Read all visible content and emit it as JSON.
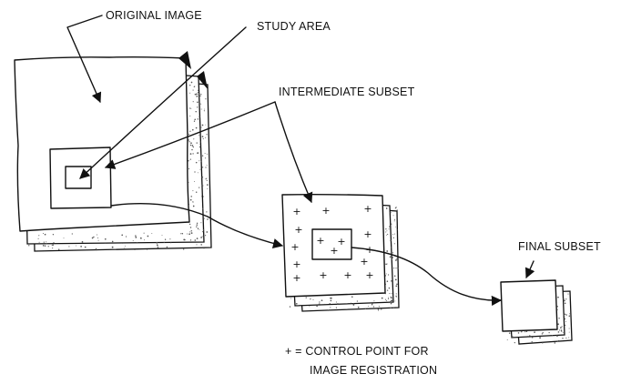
{
  "labels": {
    "original_image": "ORIGINAL IMAGE",
    "study_area": "STUDY AREA",
    "intermediate_subset": "INTERMEDIATE SUBSET",
    "final_subset": "FINAL SUBSET",
    "legend_line1": "+ = CONTROL POINT FOR",
    "legend_line2": "IMAGE REGISTRATION"
  },
  "control_point_symbol": "+",
  "colors": {
    "ink": "#111111",
    "background": "#ffffff"
  }
}
